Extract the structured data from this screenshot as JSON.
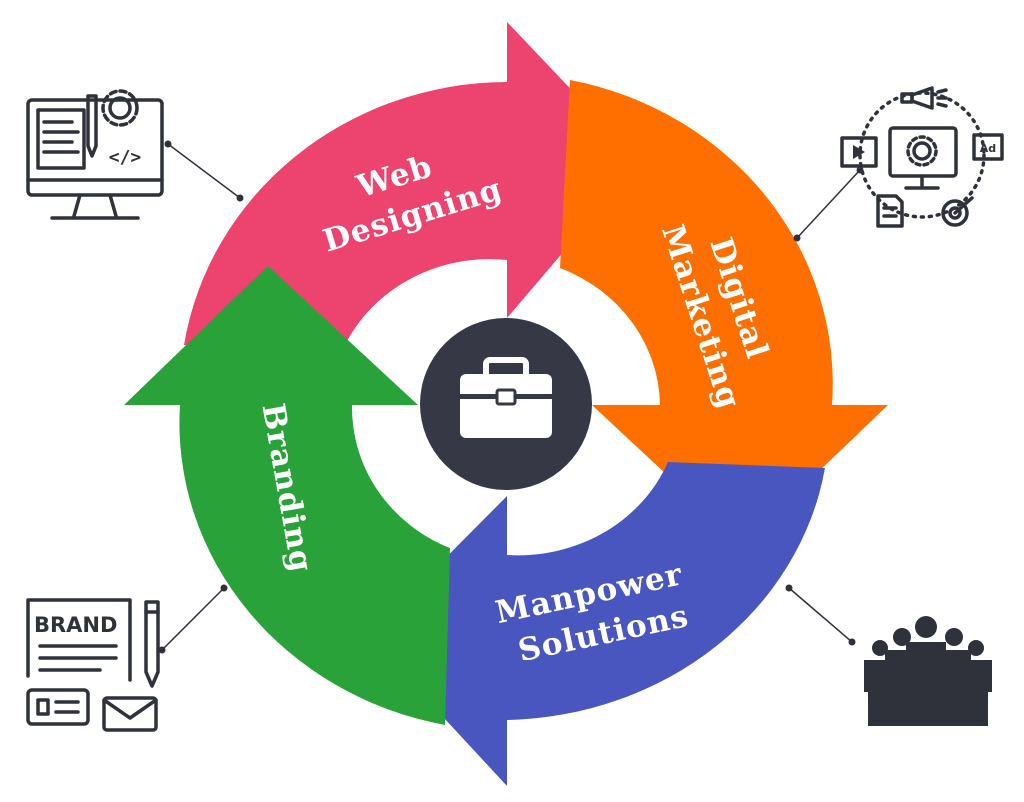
{
  "diagram": {
    "center_icon": "briefcase-icon",
    "segments": [
      {
        "id": "web-designing",
        "lines": [
          "Web",
          "Designing"
        ],
        "color": "#ec436f",
        "icon": "web-design-monitor-icon"
      },
      {
        "id": "digital-marketing",
        "lines": [
          "Digital",
          "Marketing"
        ],
        "color": "#ff6f00",
        "icon": "digital-marketing-icon"
      },
      {
        "id": "manpower-solutions",
        "lines": [
          "Manpower",
          "Solutions"
        ],
        "color": "#4a56bf",
        "icon": "team-people-icon"
      },
      {
        "id": "branding",
        "lines": [
          "Branding"
        ],
        "color": "#2aa23a",
        "icon": "brand-card-icon"
      }
    ],
    "icon_texts": {
      "brand": "BRAND",
      "ad": "Ad",
      "code": "</>"
    },
    "center_color": "#363945"
  }
}
